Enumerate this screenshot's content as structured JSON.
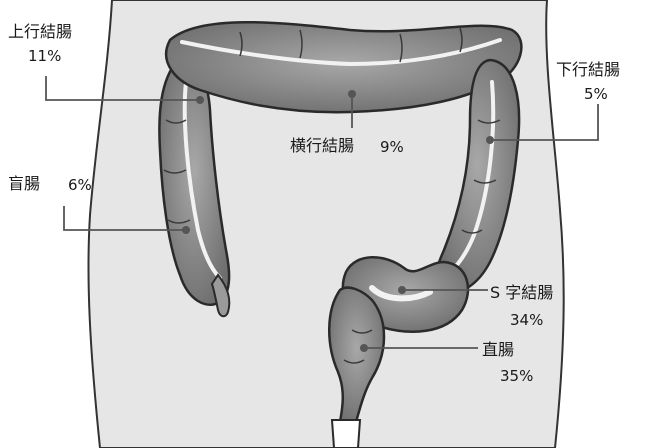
{
  "labels": {
    "ascending": {
      "name": "上行結腸",
      "percent": "11%"
    },
    "cecum": {
      "name": "盲腸",
      "percent": "6%"
    },
    "transverse": {
      "name": "横行結腸",
      "percent": "9%"
    },
    "descending": {
      "name": "下行結腸",
      "percent": "5%"
    },
    "sigmoid": {
      "name": "S 字結腸",
      "percent": "34%"
    },
    "rectum": {
      "name": "直腸",
      "percent": "35%"
    }
  },
  "colors": {
    "body_fill": "#e6e6e6",
    "body_outline": "#333333",
    "colon_fill": "#8a8a8a",
    "colon_outline": "#2a2a2a",
    "leader_line": "#555555"
  }
}
